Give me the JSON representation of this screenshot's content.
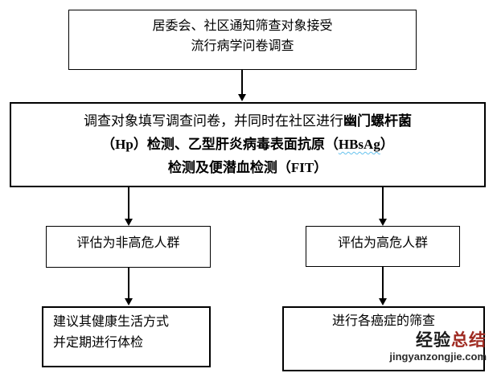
{
  "flowchart": {
    "box_top": {
      "line1": "居委会、社区通知筛查对象接受",
      "line2": "流行病学问卷调查"
    },
    "box_main": {
      "line1_regular": "调查对象填写调查问卷，并同时在社区进行",
      "line1_bold": "幽门螺杆菌",
      "line2_prefix": "（Hp）检测、乙型肝炎病毒表面抗原（",
      "line2_underlined": "HBsAg",
      "line2_suffix": "）",
      "line3": "检测及便潜血检测（FIT）"
    },
    "box_low_risk": {
      "label": "评估为非高危人群"
    },
    "box_high_risk": {
      "label": "评估为高危人群"
    },
    "box_advice": {
      "line1": "建议其健康生活方式",
      "line2": "并定期进行体检"
    },
    "box_screening": {
      "label": "进行各癌症的筛查"
    }
  },
  "watermark": {
    "brand_black": "经验",
    "brand_red": "总结",
    "site": "jingyanzongjie.com",
    "brand_black_color": "#1c1c1c",
    "brand_red_color": "#9f2a21",
    "site_color": "#2b2b2b"
  },
  "colors": {
    "background": "#ffffff",
    "box_border": "#000000",
    "arrow": "#000000",
    "spellcheck_squiggle": "#66c2ee"
  }
}
